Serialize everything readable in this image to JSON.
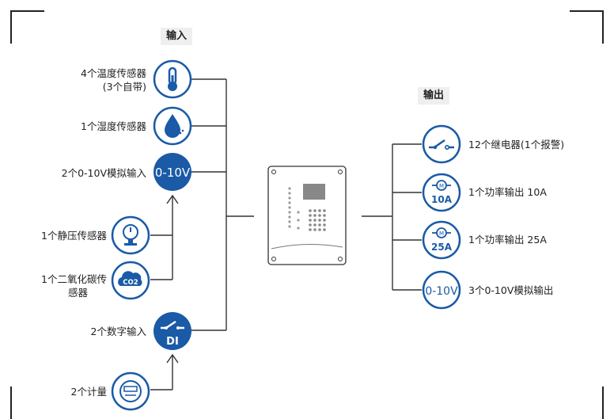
{
  "inputs": {
    "title": "输入",
    "items": [
      {
        "label": "4个温度传感器",
        "sublabel": "(3个自带)",
        "icon": "thermometer-icon"
      },
      {
        "label": "1个湿度传感器",
        "icon": "water-drop-icon"
      },
      {
        "label": "2个0-10V模拟输入",
        "icon": "analog-0-10v-icon",
        "icon_text": "0-10V"
      },
      {
        "label": "1个静压传感器",
        "icon": "pressure-gauge-icon"
      },
      {
        "label": "1个二氧化碳传",
        "sublabel": "感器",
        "icon": "co2-cloud-icon",
        "icon_text": "CO2"
      },
      {
        "label": "2个数字输入",
        "icon": "digital-input-switch-icon",
        "icon_text": "DI"
      },
      {
        "label": "2个计量",
        "icon": "meter-icon"
      }
    ]
  },
  "outputs": {
    "title": "输出",
    "items": [
      {
        "label": "12个继电器(1个报警)",
        "icon": "relay-switch-icon"
      },
      {
        "label": "1个功率输出 10A",
        "icon": "motor-10a-icon",
        "icon_text": "10A",
        "badge": "M"
      },
      {
        "label": "1个功率输出 25A",
        "icon": "motor-25a-icon",
        "icon_text": "25A",
        "badge": "M"
      },
      {
        "label": "3个0-10V模拟输出",
        "icon": "analog-output-0-10v-icon",
        "icon_text": "0-10V"
      }
    ]
  },
  "colors": {
    "accent": "#1a5aa6",
    "line": "#333333",
    "title_bg": "#efefef"
  }
}
